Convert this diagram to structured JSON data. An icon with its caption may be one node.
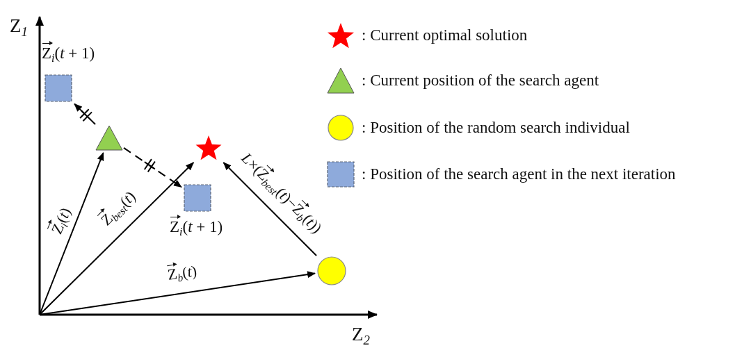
{
  "diagram": {
    "nodes": [
      {
        "text": [],
        "shape": "box",
        "beside": [
          "Z⃗$_{i}$(*t* + 1)"
        ]
      },
      {
        "text": [],
        "shape": "triangle"
      },
      {
        "text": [],
        "shape": "star"
      },
      {
        "text": [],
        "shape": "box",
        "beside": [
          "Z⃗$_{i}$(*t* + 1)"
        ]
      },
      {
        "text": [],
        "shape": "circle"
      }
    ],
    "edges": [
      {
        "from": null,
        "to": 1,
        "arrow": "to",
        "label": "Z⃗$_{i}$(*t*)"
      },
      {
        "from": null,
        "to": 2,
        "arrow": "to",
        "label": "Z⃗$_{best}$(*t*)"
      },
      {
        "from": null,
        "to": 4,
        "arrow": "to",
        "label": "Z⃗$_{b}$(*t*)"
      },
      {
        "from": 4,
        "to": 2,
        "arrow": "to",
        "label": "*L*×(Z⃗$_{best}$(*t*)−Z⃗$_{b}$(*t*))"
      },
      {
        "from": 1,
        "to": 0,
        "arrow": "to",
        "style": "dashed"
      },
      {
        "from": 1,
        "to": 3,
        "arrow": "to",
        "style": "dashed"
      }
    ],
    "labels": [
      "Z$_{1}$",
      "Z$_{2}$"
    ],
    "legend": [
      {
        "text": ": Current optimal solution"
      },
      {
        "text": ": Current position of the search agent"
      },
      {
        "text": ": Position of the random search individual"
      },
      {
        "text": ": Position of the search agent in the next iteration"
      }
    ]
  }
}
